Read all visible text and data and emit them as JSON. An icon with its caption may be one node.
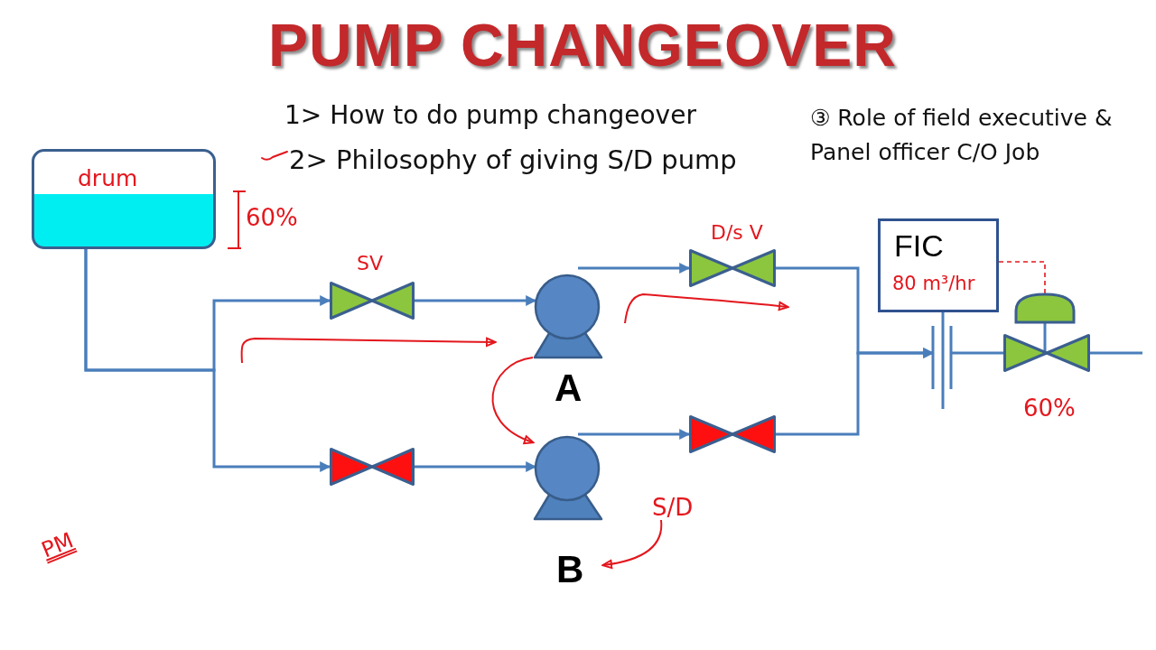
{
  "diagram": {
    "title": "PUMP CHANGEOVER",
    "nodes": [
      {
        "text": [
          "drum"
        ]
      },
      {
        "text": [],
        "shape": "valve",
        "beside": [
          "SV"
        ]
      },
      {
        "text": [],
        "shape": "pump",
        "beside": [
          "A"
        ]
      },
      {
        "text": [],
        "shape": "valve",
        "beside": [
          "D/s V"
        ]
      },
      {
        "text": [],
        "shape": "valve"
      },
      {
        "text": [],
        "shape": "pump",
        "beside": [
          "B"
        ]
      },
      {
        "text": [],
        "shape": "valve"
      },
      {
        "text": [
          "FIC",
          "80 m³/hr"
        ]
      },
      {
        "text": [],
        "shape": "orifice"
      },
      {
        "text": [],
        "shape": "valve",
        "beside": [
          "60%"
        ]
      },
      {
        "text": [
          "S/D"
        ]
      }
    ],
    "edges": [
      {
        "from": 0,
        "to": 1,
        "arrow": "to"
      },
      {
        "from": 0,
        "to": 4,
        "arrow": "to"
      },
      {
        "from": 1,
        "to": 2,
        "arrow": "to"
      },
      {
        "from": 2,
        "to": 3,
        "arrow": "to"
      },
      {
        "from": 3,
        "to": 8,
        "arrow": "to"
      },
      {
        "from": 4,
        "to": 5,
        "arrow": "to"
      },
      {
        "from": 5,
        "to": 6,
        "arrow": "to"
      },
      {
        "from": 6,
        "to": 8,
        "arrow": "to"
      },
      {
        "from": 8,
        "to": 9,
        "arrow": "none"
      },
      {
        "from": 9,
        "to": null,
        "arrow": "none"
      },
      {
        "from": 7,
        "to": 8,
        "arrow": "none"
      },
      {
        "from": 7,
        "to": 9,
        "arrow": "none",
        "style": "dashed",
        "color": "#e3171d"
      },
      {
        "from": 2,
        "to": 5,
        "arrow": "to",
        "color": "#e3171d"
      },
      {
        "from": 10,
        "to": 5,
        "arrow": "to",
        "color": "#e3171d"
      }
    ],
    "labels": [
      "1> How to do pump changeover",
      "③ Role of field executive & Panel officer C/O Job",
      "2> Philosophy of giving S/D pump",
      "60%",
      "PM"
    ]
  }
}
